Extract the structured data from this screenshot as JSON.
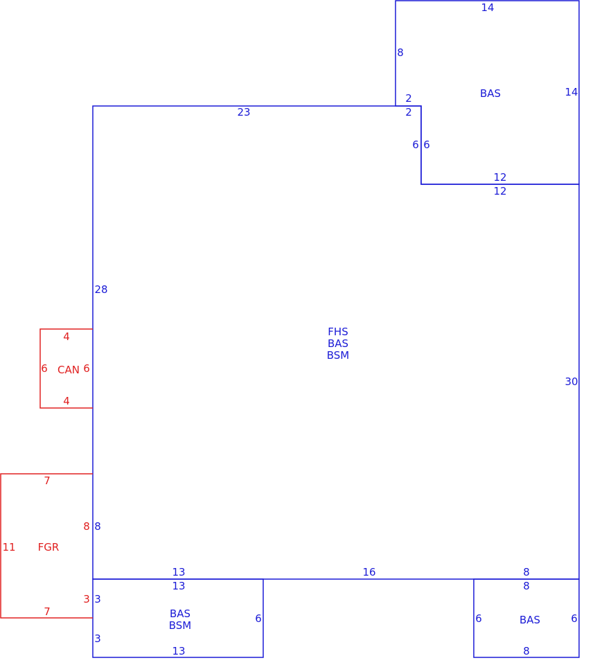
{
  "areas": {
    "main": {
      "lines": [
        "FHS",
        "BAS",
        "BSM"
      ],
      "color": "#1a1ad6"
    },
    "upper_right": {
      "lines": [
        "BAS"
      ],
      "color": "#1a1ad6"
    },
    "bottom_left": {
      "lines": [
        "BAS",
        "BSM"
      ],
      "color": "#1a1ad6"
    },
    "bottom_right": {
      "lines": [
        "BAS"
      ],
      "color": "#1a1ad6"
    },
    "canopy": {
      "lines": [
        "CAN"
      ],
      "color": "#e02020"
    },
    "garage": {
      "lines": [
        "FGR"
      ],
      "color": "#e02020"
    }
  },
  "dims": {
    "upper_right": {
      "top": "14",
      "left_upper": "8",
      "notch_a": "2",
      "notch_b": "2",
      "right": "14",
      "left_lower": "6",
      "bottom": "12"
    },
    "main": {
      "top": "23",
      "notch_left": "6",
      "notch_bottom": "12",
      "left": "28",
      "right": "30",
      "bottom_a": "13",
      "bottom_b": "16",
      "bottom_c": "8",
      "left_lower": "8",
      "left_lowest": "3"
    },
    "canopy": {
      "top": "4",
      "left": "6",
      "right": "6",
      "bottom": "4"
    },
    "garage": {
      "top": "7",
      "left": "11",
      "right_upper": "8",
      "right_lower": "3",
      "bottom": "7"
    },
    "bottom_left": {
      "top": "13",
      "left_upper": "3",
      "left_lower": "3",
      "right": "6",
      "bottom": "13"
    },
    "bottom_right": {
      "top": "8",
      "left": "6",
      "right": "6",
      "bottom": "8"
    }
  }
}
